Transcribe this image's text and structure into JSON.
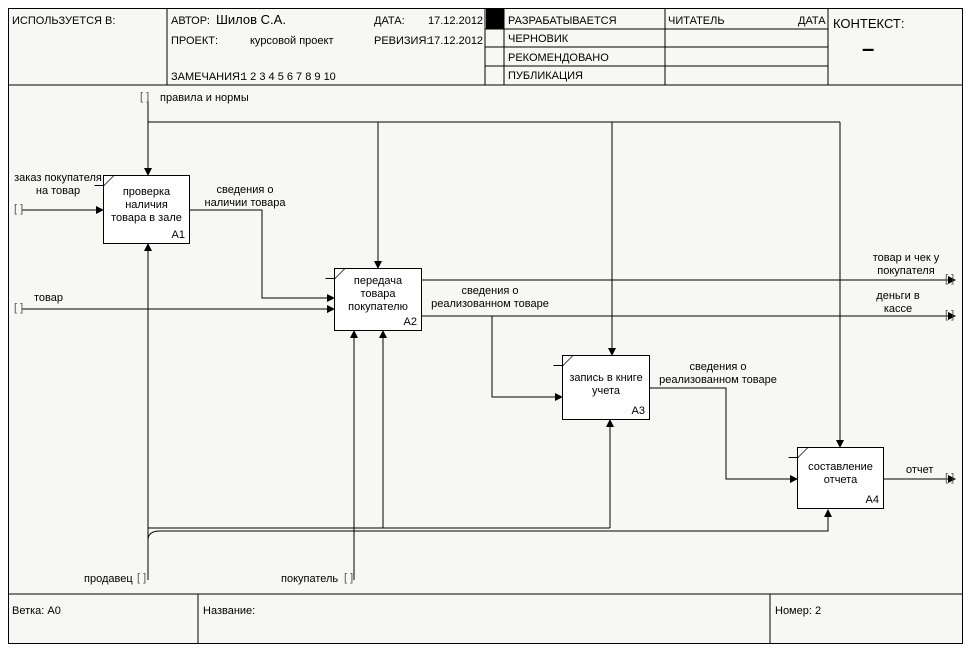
{
  "header": {
    "used_in": "ИСПОЛЬЗУЕТСЯ В:",
    "author_label": "АВТОР:",
    "author": "Шилов С.А.",
    "project_label": "ПРОЕКТ:",
    "project": "курсовой проект",
    "date_label": "ДАТА:",
    "date": "17.12.2012",
    "revision_label": "РЕВИЗИЯ:",
    "revision": "17.12.2012",
    "notes_label": "ЗАМЕЧАНИЯ:",
    "notes": "1 2 3 4 5 6 7 8 9 10",
    "status": [
      "РАЗРАБАТЫВАЕТСЯ",
      "ЧЕРНОВИК",
      "РЕКОМЕНДОВАНО",
      "ПУБЛИКАЦИЯ"
    ],
    "reader_label": "ЧИТАТЕЛЬ",
    "date2_label": "ДАТА",
    "context_label": "КОНТЕКСТ:",
    "context_value": "–"
  },
  "diagram": {
    "boxes": [
      {
        "label": "проверка наличия товара в зале",
        "num": "A1"
      },
      {
        "label": "передача товара покупателю",
        "num": "A2"
      },
      {
        "label": "запись в книге учета",
        "num": "A3"
      },
      {
        "label": "составление отчета",
        "num": "A4"
      }
    ],
    "arrows": {
      "rules": "правила и нормы",
      "order": "заказ покупателя на товар",
      "goods": "товар",
      "availability": "сведения о наличии товара",
      "sold_info": "сведения о реализованном товаре",
      "sold_info2": "сведения о реализованном товаре",
      "goods_receipt": "товар и чек у покупателя",
      "money": "деньги в кассе",
      "report": "отчет",
      "seller": "продавец",
      "buyer": "покупатель"
    },
    "tunnel": "[ ]"
  },
  "footer": {
    "node_label": "Ветка:",
    "node": "A0",
    "title_label": "Название:",
    "title": "",
    "number_label": "Номер:",
    "number": "2"
  }
}
